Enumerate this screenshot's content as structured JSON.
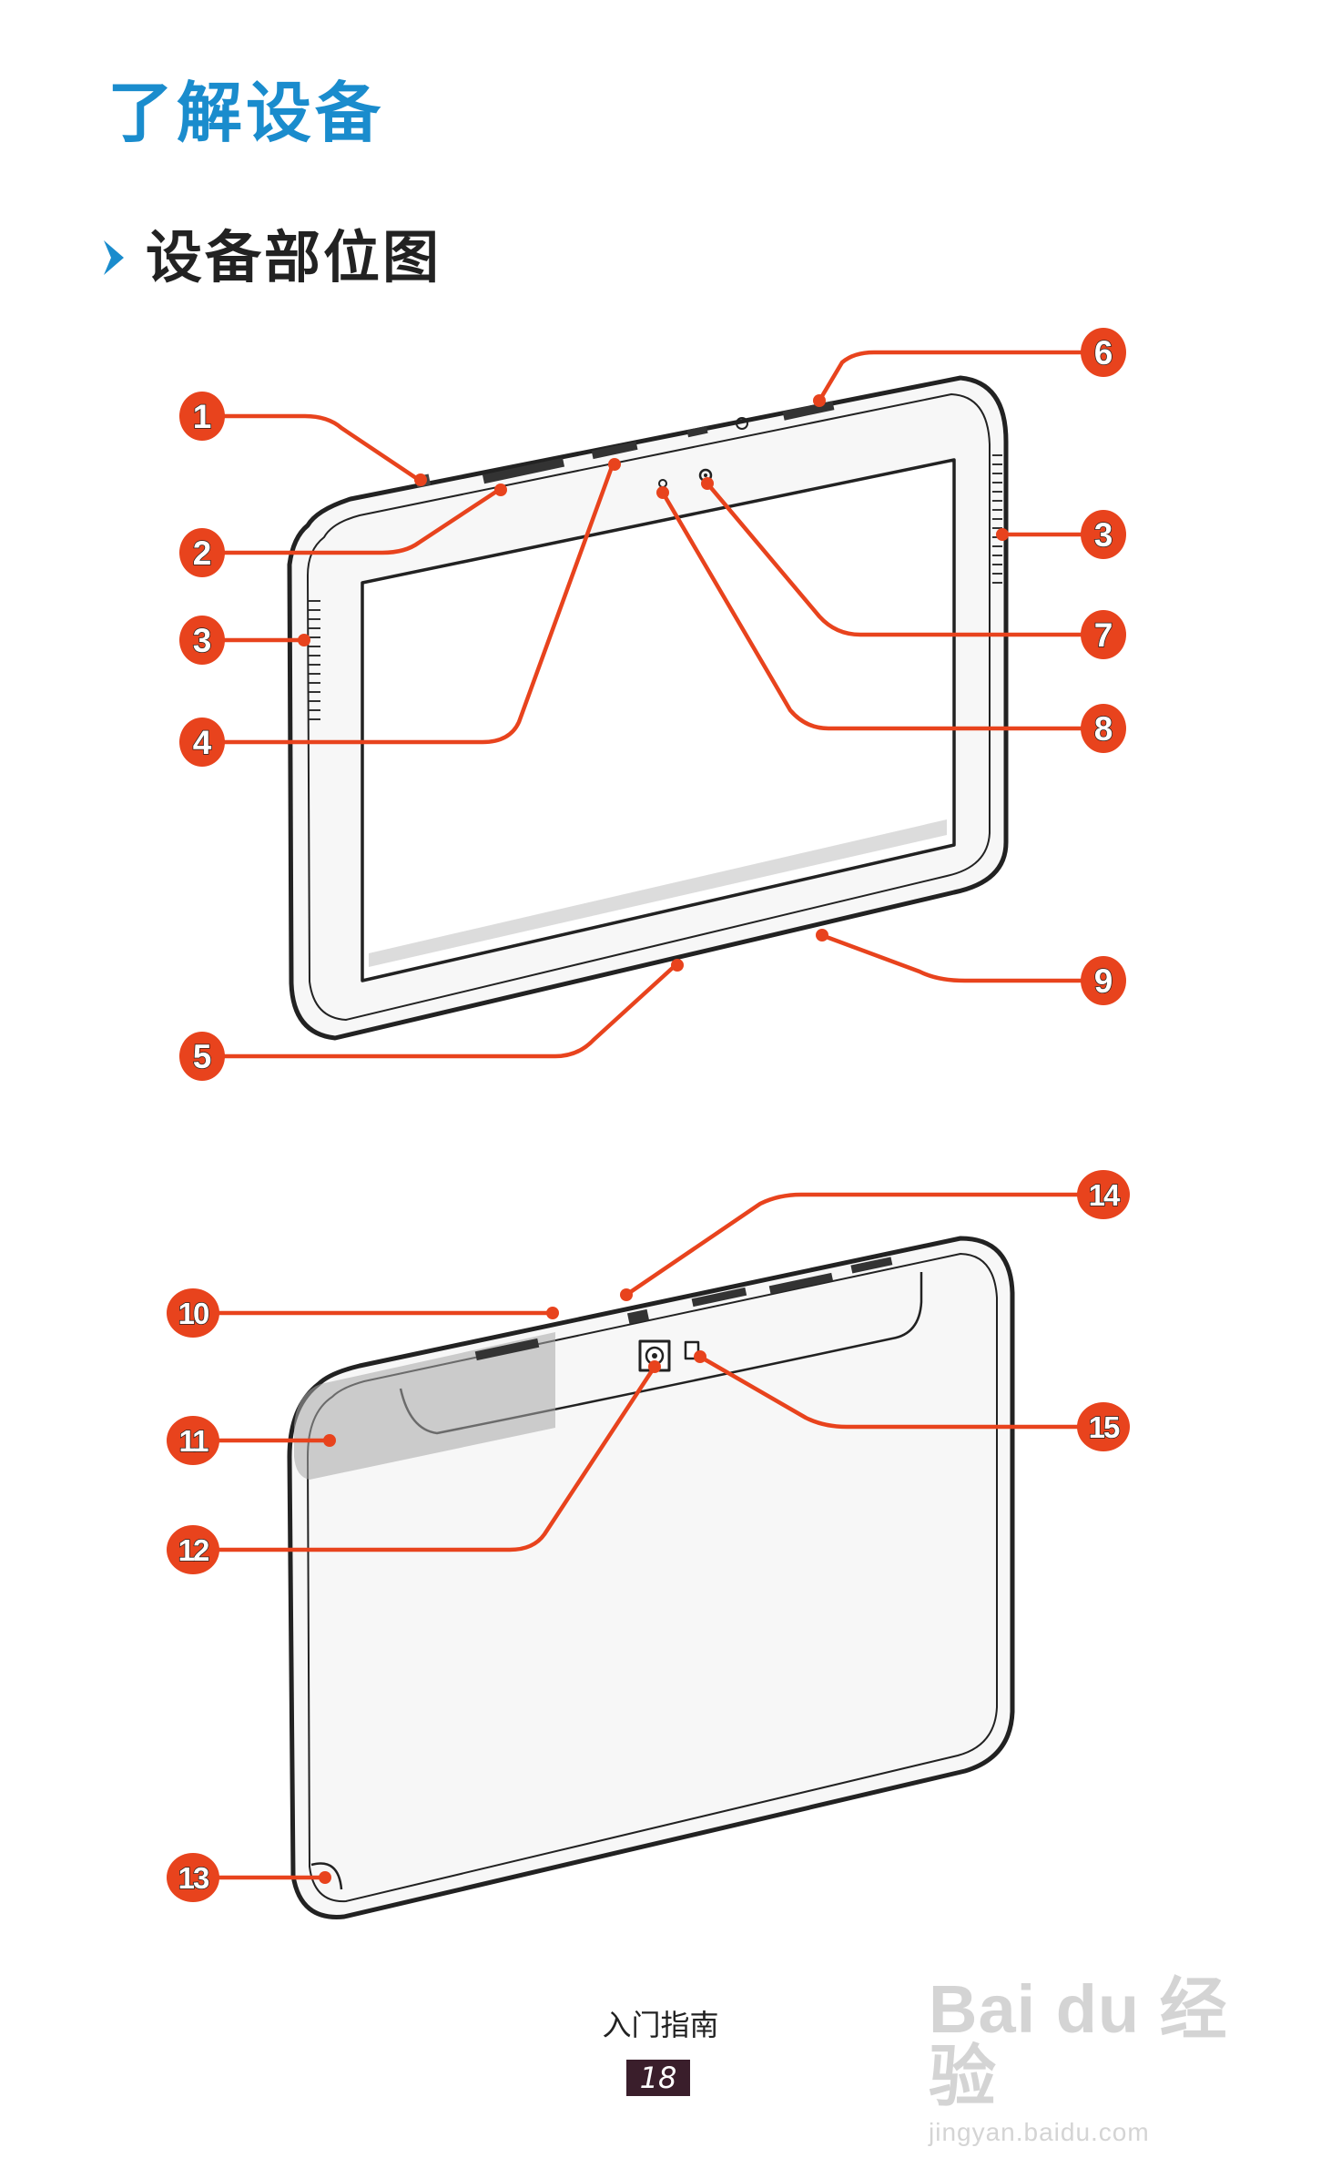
{
  "page_title": "了解设备",
  "section_title": "设备部位图",
  "callouts": [
    "1",
    "2",
    "3",
    "4",
    "5",
    "6",
    "3",
    "7",
    "8",
    "9",
    "10",
    "11",
    "12",
    "13",
    "14",
    "15"
  ],
  "footer": {
    "label": "入门指南",
    "page_number": "18"
  },
  "watermark": {
    "logo": "Bai du 经验",
    "url": "jingyan.baidu.com"
  },
  "colors": {
    "title": "#1a8ccd",
    "callout": "#e8431d",
    "page_badge": "#3a1e2b"
  }
}
